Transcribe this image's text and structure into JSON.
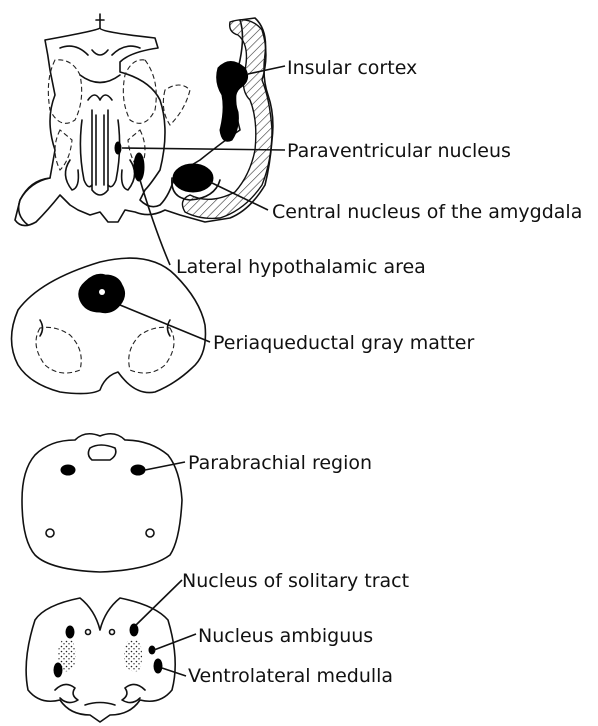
{
  "colors": {
    "ink": "#111111",
    "background": "#ffffff",
    "hatch": "#333333"
  },
  "labels": {
    "insular_cortex": "Insular cortex",
    "paraventricular_nucleus": "Paraventricular nucleus",
    "central_nucleus_amygdala": "Central nucleus of the amygdala",
    "lateral_hypothalamic_area": "Lateral hypothalamic area",
    "periaqueductal_gray": "Periaqueductal gray matter",
    "parabrachial_region": "Parabrachial region",
    "nucleus_solitary_tract": "Nucleus of solitary tract",
    "nucleus_ambiguus": "Nucleus ambiguus",
    "ventrolateral_medulla": "Ventrolateral medulla"
  }
}
